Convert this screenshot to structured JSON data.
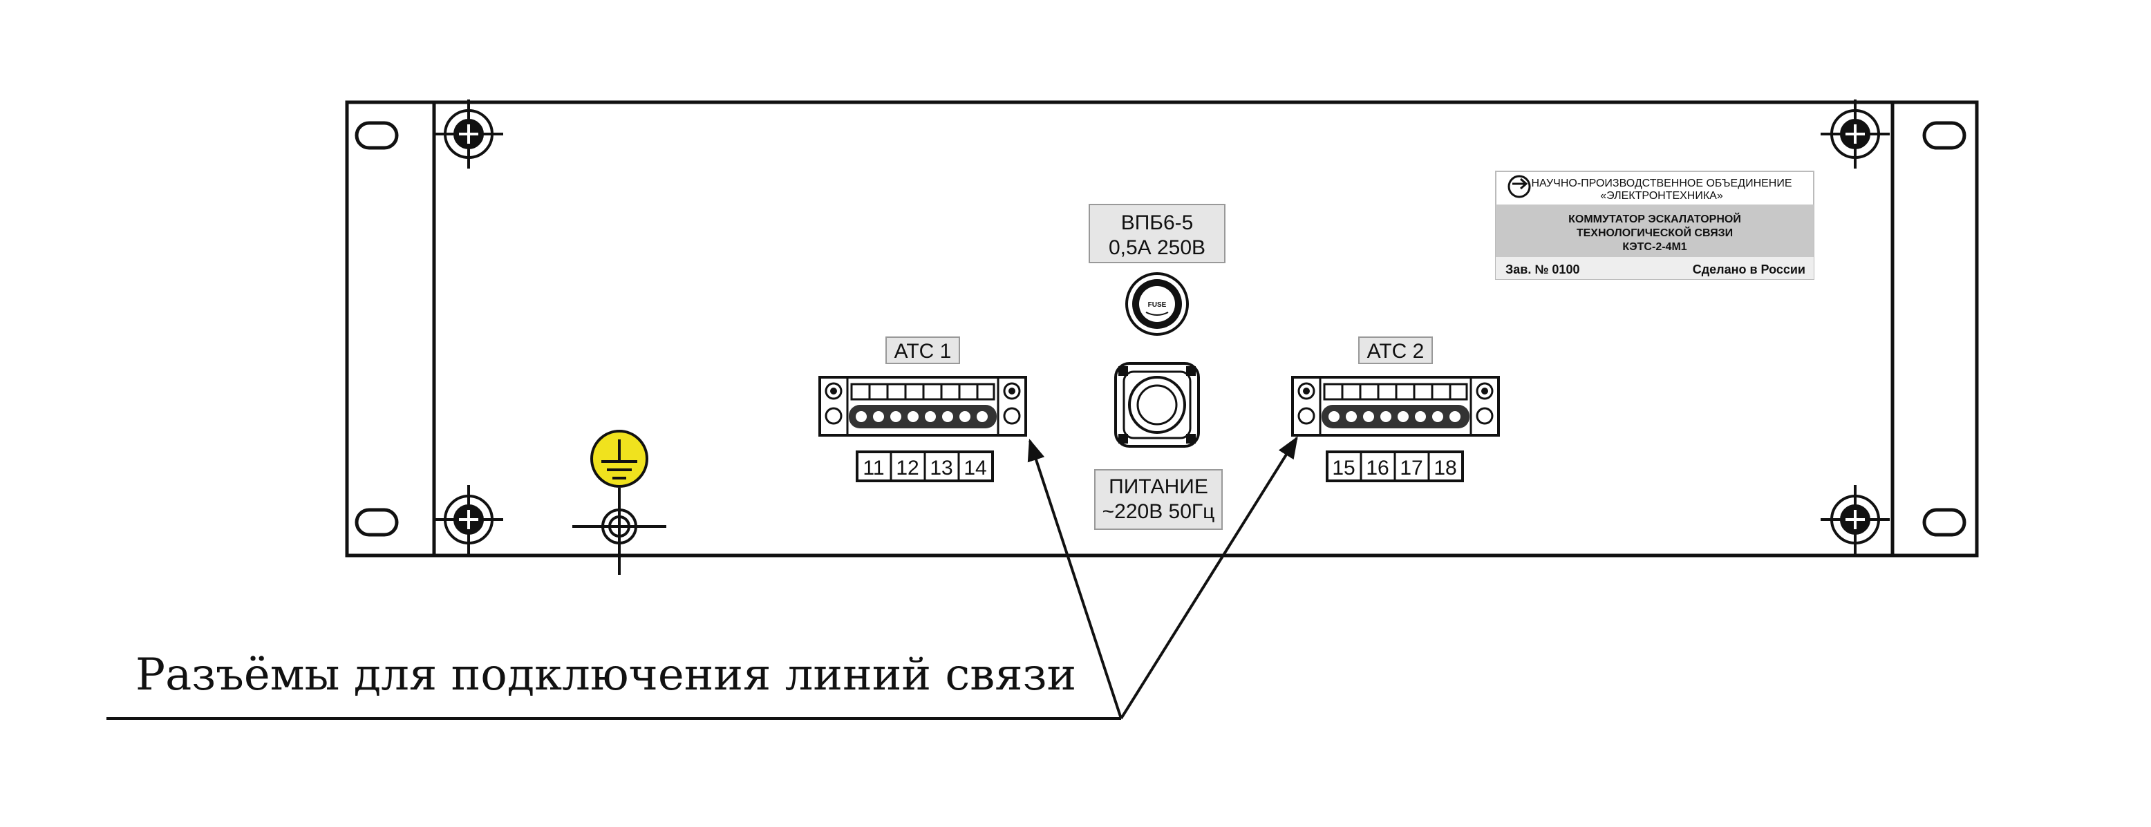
{
  "fuse": {
    "model": "ВПБ6-5",
    "rating": "0,5А 250В",
    "cap_text": "FUSE"
  },
  "power": {
    "label": "ПИТАНИЕ",
    "spec": "~220В 50Гц"
  },
  "ats1": {
    "label": "АТС 1",
    "pins": [
      "11",
      "12",
      "13",
      "14"
    ]
  },
  "ats2": {
    "label": "АТС 2",
    "pins": [
      "15",
      "16",
      "17",
      "18"
    ]
  },
  "nameplate": {
    "org_line1": "НАУЧНО-ПРОИЗВОДСТВЕННОЕ ОБЪЕДИНЕНИЕ",
    "org_line2": "«ЭЛЕКТРОНТЕХНИКА»",
    "product_line1": "КОММУТАТОР ЭСКАЛАТОРНОЙ",
    "product_line2": "ТЕХНОЛОГИЧЕСКОЙ СВЯЗИ",
    "product_model": "КЭТС-2-4М1",
    "serial": "Зав. № 0100",
    "made_in": "Сделано в России"
  },
  "caption": "Разъёмы для подключения линий связи",
  "colors": {
    "ground_symbol": "#f0e21e",
    "label_box": "#e6e6e6",
    "nameplate_band": "#c8c8c8"
  }
}
